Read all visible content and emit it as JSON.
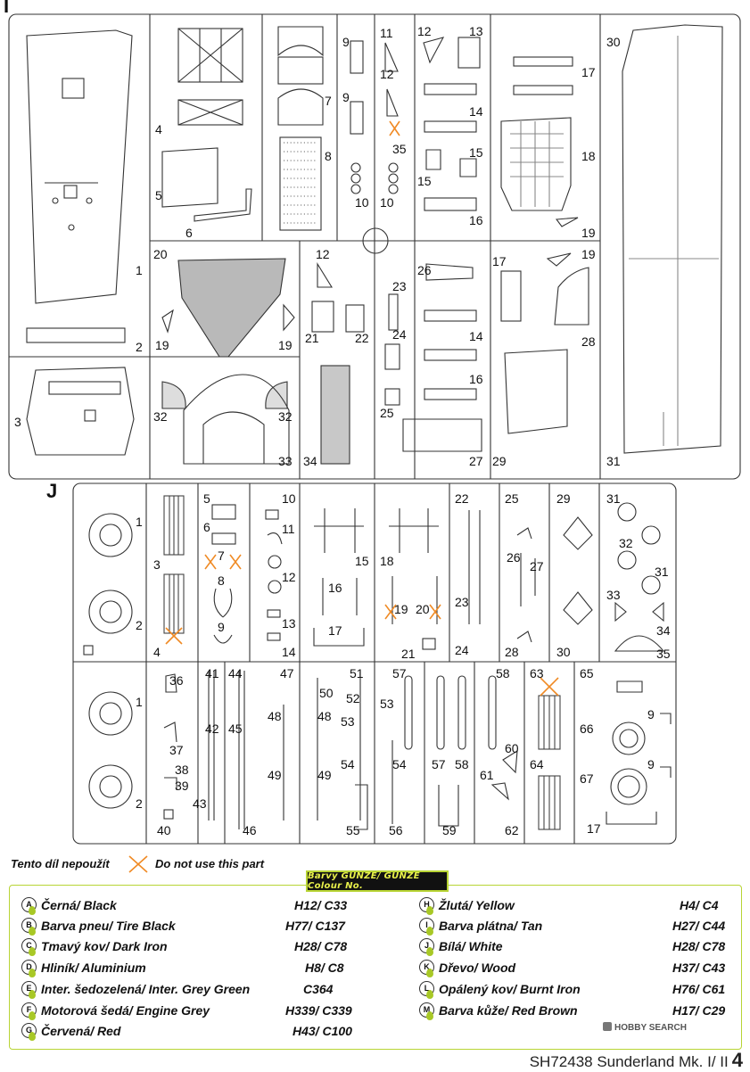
{
  "sprues": {
    "i": {
      "letter": "I",
      "labels": [
        {
          "t": "1"
        },
        {
          "t": "2"
        },
        {
          "t": "3"
        },
        {
          "t": "4"
        },
        {
          "t": "5"
        },
        {
          "t": "6"
        },
        {
          "t": "7"
        },
        {
          "t": "8"
        },
        {
          "t": "9"
        },
        {
          "t": "9"
        },
        {
          "t": "10"
        },
        {
          "t": "10"
        },
        {
          "t": "11"
        },
        {
          "t": "12"
        },
        {
          "t": "35"
        },
        {
          "t": "12"
        },
        {
          "t": "13"
        },
        {
          "t": "14"
        },
        {
          "t": "15"
        },
        {
          "t": "15"
        },
        {
          "t": "16"
        },
        {
          "t": "17"
        },
        {
          "t": "18"
        },
        {
          "t": "19"
        },
        {
          "t": "30"
        },
        {
          "t": "31"
        },
        {
          "t": "20"
        },
        {
          "t": "19"
        },
        {
          "t": "19"
        },
        {
          "t": "12"
        },
        {
          "t": "21"
        },
        {
          "t": "22"
        },
        {
          "t": "23"
        },
        {
          "t": "24"
        },
        {
          "t": "25"
        },
        {
          "t": "26"
        },
        {
          "t": "14"
        },
        {
          "t": "16"
        },
        {
          "t": "27"
        },
        {
          "t": "17"
        },
        {
          "t": "19"
        },
        {
          "t": "28"
        },
        {
          "t": "29"
        },
        {
          "t": "32"
        },
        {
          "t": "32"
        },
        {
          "t": "33"
        },
        {
          "t": "34"
        }
      ]
    },
    "j": {
      "letter": "J",
      "labels": [
        {
          "t": "1"
        },
        {
          "t": "2"
        },
        {
          "t": "3"
        },
        {
          "t": "4"
        },
        {
          "t": "5"
        },
        {
          "t": "6"
        },
        {
          "t": "7"
        },
        {
          "t": "8"
        },
        {
          "t": "9"
        },
        {
          "t": "10"
        },
        {
          "t": "11"
        },
        {
          "t": "12"
        },
        {
          "t": "13"
        },
        {
          "t": "14"
        },
        {
          "t": "15"
        },
        {
          "t": "16"
        },
        {
          "t": "17"
        },
        {
          "t": "18"
        },
        {
          "t": "19"
        },
        {
          "t": "20"
        },
        {
          "t": "21"
        },
        {
          "t": "22"
        },
        {
          "t": "23"
        },
        {
          "t": "24"
        },
        {
          "t": "25"
        },
        {
          "t": "26"
        },
        {
          "t": "27"
        },
        {
          "t": "28"
        },
        {
          "t": "29"
        },
        {
          "t": "30"
        },
        {
          "t": "31"
        },
        {
          "t": "32"
        },
        {
          "t": "31"
        },
        {
          "t": "33"
        },
        {
          "t": "34"
        },
        {
          "t": "35"
        },
        {
          "t": "1"
        },
        {
          "t": "2"
        },
        {
          "t": "36"
        },
        {
          "t": "37"
        },
        {
          "t": "38"
        },
        {
          "t": "39"
        },
        {
          "t": "40"
        },
        {
          "t": "41"
        },
        {
          "t": "42"
        },
        {
          "t": "43"
        },
        {
          "t": "44"
        },
        {
          "t": "45"
        },
        {
          "t": "46"
        },
        {
          "t": "47"
        },
        {
          "t": "48"
        },
        {
          "t": "49"
        },
        {
          "t": "48"
        },
        {
          "t": "49"
        },
        {
          "t": "51"
        },
        {
          "t": "50"
        },
        {
          "t": "52"
        },
        {
          "t": "53"
        },
        {
          "t": "54"
        },
        {
          "t": "55"
        },
        {
          "t": "57"
        },
        {
          "t": "53"
        },
        {
          "t": "54"
        },
        {
          "t": "56"
        },
        {
          "t": "57"
        },
        {
          "t": "58"
        },
        {
          "t": "59"
        },
        {
          "t": "58"
        },
        {
          "t": "60"
        },
        {
          "t": "61"
        },
        {
          "t": "62"
        },
        {
          "t": "63"
        },
        {
          "t": "64"
        },
        {
          "t": "65"
        },
        {
          "t": "9"
        },
        {
          "t": "66"
        },
        {
          "t": "9"
        },
        {
          "t": "67"
        },
        {
          "t": "17"
        }
      ]
    }
  },
  "legend": {
    "czech": "Tento díl nepoužít",
    "english": "Do not use this part"
  },
  "colors": {
    "title": "Barvy GUNZE/ GUNZE Colour No.",
    "accent": "#b8d434",
    "cross_color": "#f08a24",
    "items": [
      {
        "letter": "A",
        "name": "Černá/ Black",
        "code": "H12/ C33"
      },
      {
        "letter": "B",
        "name": "Barva pneu/ Tire Black",
        "code": "H77/ C137"
      },
      {
        "letter": "C",
        "name": "Tmavý kov/ Dark Iron",
        "code": "H28/ C78"
      },
      {
        "letter": "D",
        "name": "Hliník/ Aluminium",
        "code": "H8/ C8"
      },
      {
        "letter": "E",
        "name": "Inter. šedozelená/ Inter. Grey Green",
        "code": "C364"
      },
      {
        "letter": "F",
        "name": "Motorová šedá/ Engine Grey",
        "code": "H339/ C339"
      },
      {
        "letter": "G",
        "name": "Červená/ Red",
        "code": "H43/ C100"
      },
      {
        "letter": "H",
        "name": "Žlutá/ Yellow",
        "code": "H4/ C4"
      },
      {
        "letter": "I",
        "name": "Barva plátna/ Tan",
        "code": "H27/ C44"
      },
      {
        "letter": "J",
        "name": "Bílá/ White",
        "code": "H28/ C78"
      },
      {
        "letter": "K",
        "name": "Dřevo/ Wood",
        "code": "H37/ C43"
      },
      {
        "letter": "L",
        "name": "Opálený kov/ Burnt Iron",
        "code": "H76/ C61"
      },
      {
        "letter": "M",
        "name": "Barva kůže/ Red Brown",
        "code": "H17/ C29"
      }
    ]
  },
  "footer": {
    "product": "SH72438 Sunderland Mk. I/ II",
    "page": "4"
  },
  "watermark": "HOBBY SEARCH"
}
